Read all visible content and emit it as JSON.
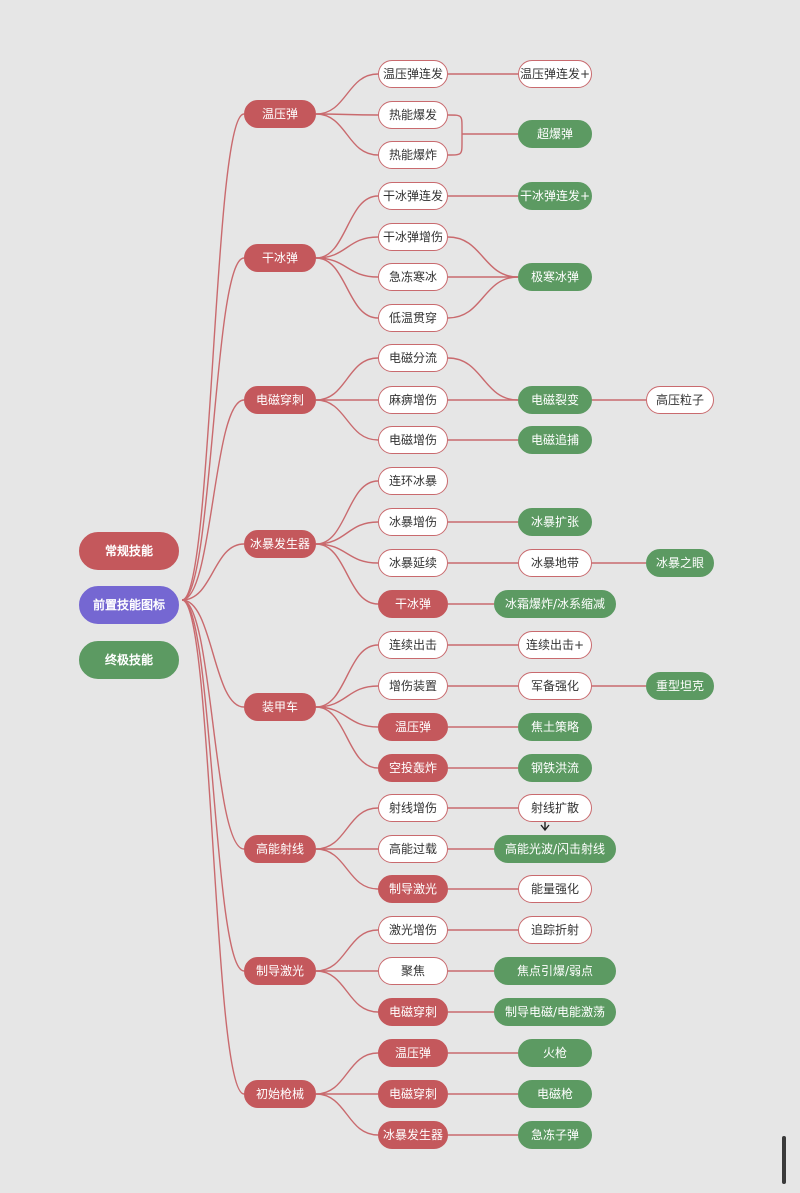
{
  "legend": [
    {
      "label": "常规技能",
      "color": "#c4585c"
    },
    {
      "label": "前置技能图标",
      "color": "#7567d2"
    },
    {
      "label": "终极技能",
      "color": "#5c9a62"
    }
  ],
  "colors": {
    "regular": "#c4585c",
    "prerequisite": "#7567d2",
    "ultimate": "#5c9a62",
    "line": "#c96a6e"
  },
  "branches": [
    {
      "name": "温压弹",
      "children": [
        {
          "label": "温压弹连发",
          "style": "white"
        },
        {
          "label": "热能爆发",
          "style": "white"
        },
        {
          "label": "热能爆炸",
          "style": "white"
        }
      ],
      "results": [
        {
          "label": "温压弹连发+",
          "style": "white"
        },
        {
          "label": "超爆弹",
          "style": "green"
        }
      ]
    },
    {
      "name": "干冰弹",
      "children": [
        {
          "label": "干冰弹连发",
          "style": "white"
        },
        {
          "label": "干冰弹增伤",
          "style": "white"
        },
        {
          "label": "急冻寒冰",
          "style": "white"
        },
        {
          "label": "低温贯穿",
          "style": "white"
        }
      ],
      "results": [
        {
          "label": "干冰弹连发+",
          "style": "green"
        },
        {
          "label": "极寒冰弹",
          "style": "green"
        }
      ]
    },
    {
      "name": "电磁穿刺",
      "children": [
        {
          "label": "电磁分流",
          "style": "white"
        },
        {
          "label": "麻痹增伤",
          "style": "white"
        },
        {
          "label": "电磁增伤",
          "style": "white"
        }
      ],
      "results": [
        {
          "label": "电磁裂变",
          "style": "green"
        },
        {
          "label": "电磁追捕",
          "style": "green"
        }
      ],
      "extra": [
        {
          "label": "高压粒子",
          "style": "white"
        }
      ]
    },
    {
      "name": "冰暴发生器",
      "children": [
        {
          "label": "连环冰暴",
          "style": "white"
        },
        {
          "label": "冰暴增伤",
          "style": "white"
        },
        {
          "label": "冰暴延续",
          "style": "white"
        },
        {
          "label": "干冰弹",
          "style": "red"
        }
      ],
      "results": [
        {
          "label": "冰暴扩张",
          "style": "green"
        },
        {
          "label": "冰暴地带",
          "style": "white"
        },
        {
          "label": "冰霜爆炸/冰系缩减",
          "style": "green"
        }
      ],
      "extra": [
        {
          "label": "冰暴之眼",
          "style": "green"
        }
      ]
    },
    {
      "name": "装甲车",
      "children": [
        {
          "label": "连续出击",
          "style": "white"
        },
        {
          "label": "增伤装置",
          "style": "white"
        },
        {
          "label": "温压弹",
          "style": "red"
        },
        {
          "label": "空投轰炸",
          "style": "red"
        }
      ],
      "results": [
        {
          "label": "连续出击+",
          "style": "white"
        },
        {
          "label": "军备强化",
          "style": "white"
        },
        {
          "label": "焦土策略",
          "style": "green"
        },
        {
          "label": "钢铁洪流",
          "style": "green"
        }
      ],
      "extra": [
        {
          "label": "重型坦克",
          "style": "green"
        }
      ]
    },
    {
      "name": "高能射线",
      "children": [
        {
          "label": "射线增伤",
          "style": "white"
        },
        {
          "label": "高能过载",
          "style": "white"
        },
        {
          "label": "制导激光",
          "style": "red"
        }
      ],
      "results": [
        {
          "label": "射线扩散",
          "style": "white"
        },
        {
          "label": "高能光波/闪击射线",
          "style": "green"
        },
        {
          "label": "能量强化",
          "style": "white"
        }
      ]
    },
    {
      "name": "制导激光",
      "children": [
        {
          "label": "激光增伤",
          "style": "white"
        },
        {
          "label": "聚焦",
          "style": "white"
        },
        {
          "label": "电磁穿刺",
          "style": "red"
        }
      ],
      "results": [
        {
          "label": "追踪折射",
          "style": "white"
        },
        {
          "label": "焦点引爆/弱点",
          "style": "green"
        },
        {
          "label": "制导电磁/电能激荡",
          "style": "green"
        }
      ]
    },
    {
      "name": "初始枪械",
      "children": [
        {
          "label": "温压弹",
          "style": "red"
        },
        {
          "label": "电磁穿刺",
          "style": "red"
        },
        {
          "label": "冰暴发生器",
          "style": "red"
        }
      ],
      "results": [
        {
          "label": "火枪",
          "style": "green"
        },
        {
          "label": "电磁枪",
          "style": "green"
        },
        {
          "label": "急冻子弹",
          "style": "green"
        }
      ]
    }
  ]
}
